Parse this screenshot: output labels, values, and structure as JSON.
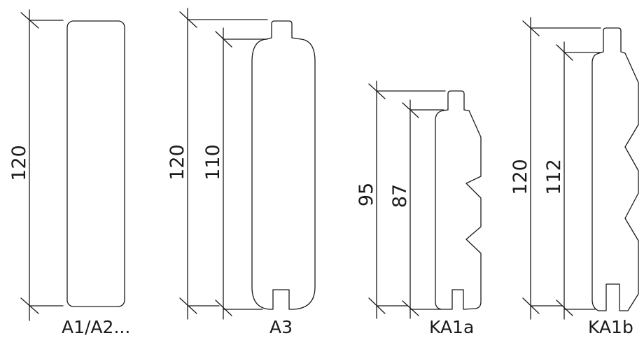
{
  "profiles": [
    {
      "id": "a1a2",
      "caption": "A1/A2...",
      "dims": [
        "120"
      ]
    },
    {
      "id": "a3",
      "caption": "A3",
      "dims": [
        "120",
        "110"
      ]
    },
    {
      "id": "ka1a",
      "caption": "KA1a",
      "dims": [
        "95",
        "87"
      ]
    },
    {
      "id": "ka1b",
      "caption": "KA1b",
      "dims": [
        "120",
        "112"
      ]
    }
  ]
}
